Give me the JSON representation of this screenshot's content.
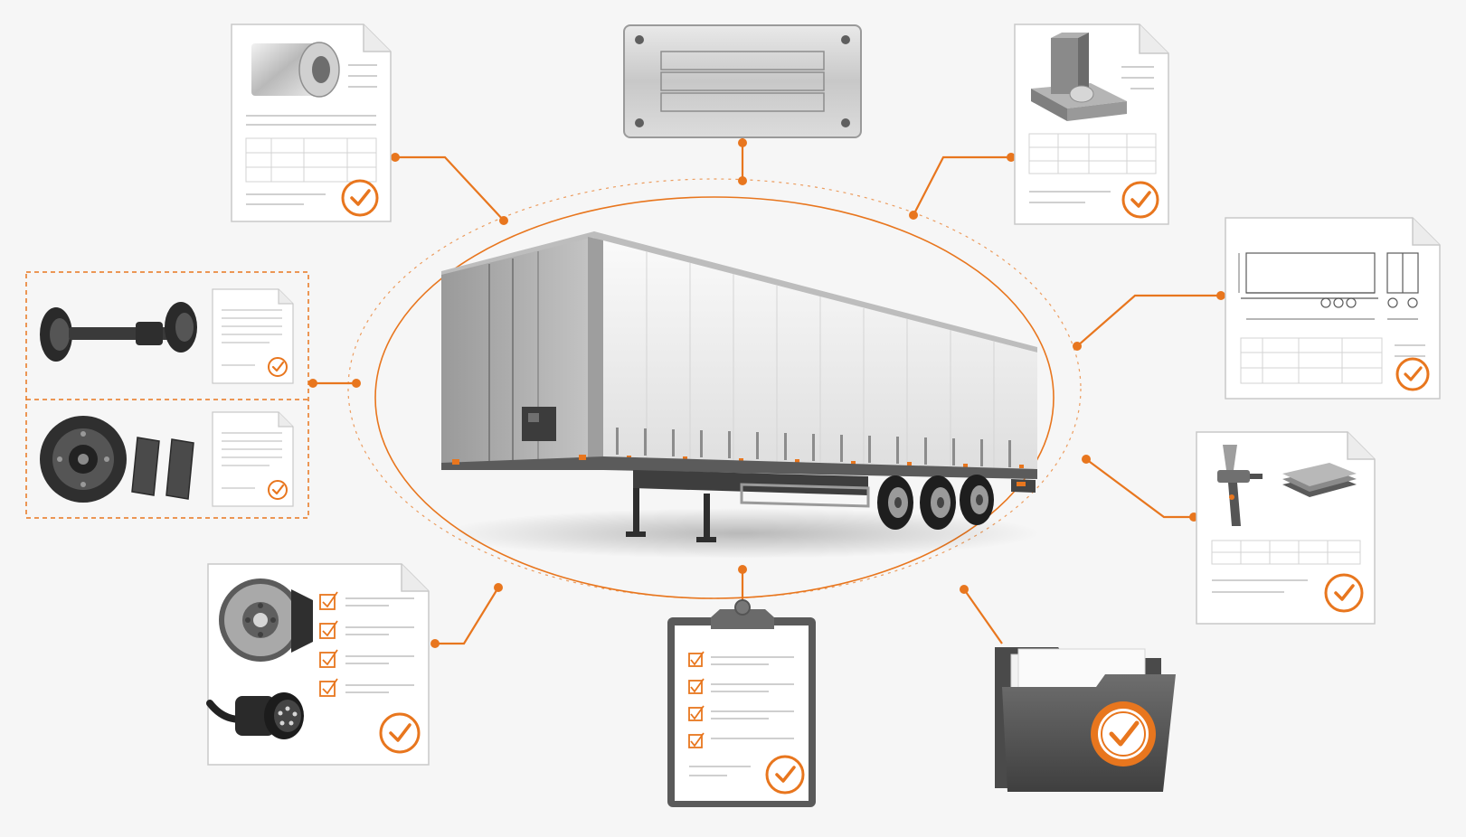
{
  "colors": {
    "accent": "#e8761e",
    "background": "#f6f6f6",
    "document_paper": "#ffffff",
    "document_border": "#c9c9c9",
    "metal_dark": "#5a5a5a",
    "metal_light": "#d8d8d8"
  },
  "center": {
    "item": "curtainside-semi-trailer",
    "icon": "trailer-icon"
  },
  "nodes": [
    {
      "id": "material-certificate",
      "icon": "steel-tube-icon",
      "status_icon": "check-badge-icon"
    },
    {
      "id": "identification-plate",
      "icon": "vin-plate-icon"
    },
    {
      "id": "welding-certificate",
      "icon": "weld-joint-icon",
      "status_icon": "check-badge-icon"
    },
    {
      "id": "technical-drawing",
      "icon": "trailer-drawing-icon",
      "status_icon": "check-badge-icon"
    },
    {
      "id": "coating-certificate",
      "icon": "spray-gun-icon",
      "status_icon": "check-badge-icon"
    },
    {
      "id": "documentation-folder",
      "icon": "folder-icon",
      "status_icon": "seal-check-icon"
    },
    {
      "id": "inspection-clipboard",
      "icon": "clipboard-icon",
      "status_icon": "check-badge-icon"
    },
    {
      "id": "brake-connector-checklist",
      "icon": "brake-disc-icon",
      "status_icon": "check-badge-icon"
    },
    {
      "id": "axle-and-brake-group",
      "icon": "axle-icon",
      "status_icon": "check-badge-icon"
    }
  ]
}
